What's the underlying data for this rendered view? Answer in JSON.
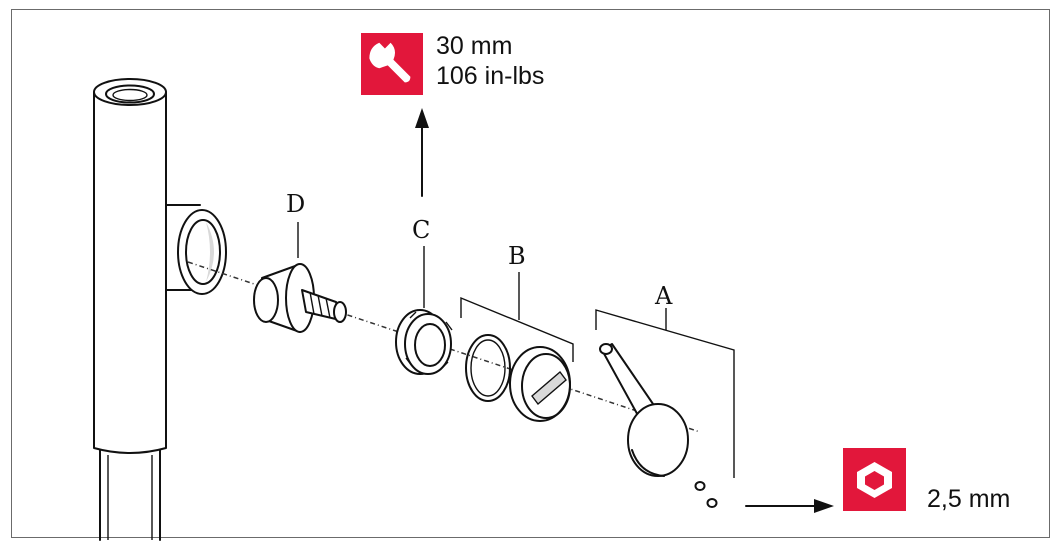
{
  "parts": {
    "a": "A",
    "b": "B",
    "c": "C",
    "d": "D"
  },
  "torque_spec": {
    "size": "30 mm",
    "torque": "106 in-lbs",
    "icon": "wrench-icon"
  },
  "hex_spec": {
    "size": "2,5 mm",
    "icon": "hex-nut-icon"
  },
  "colors": {
    "badge": "#e2173b",
    "line": "#111111"
  }
}
